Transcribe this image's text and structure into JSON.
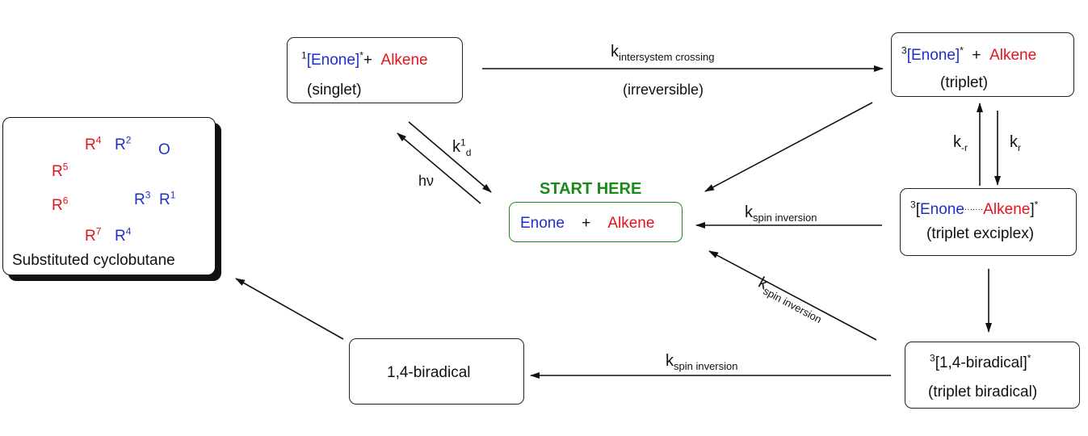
{
  "singlet": {
    "sup": "1",
    "enone": "[Enone]",
    "star": "*",
    "plus": "+",
    "alkene": "Alkene",
    "label": "(singlet)"
  },
  "triplet": {
    "sup": "3",
    "enone": "[Enone]",
    "star": "*",
    "plus": "+",
    "alkene": "Alkene",
    "label": "(triplet)"
  },
  "exciplex": {
    "sup": "3",
    "open": "[",
    "enone": "Enone",
    "dots": "·······",
    "alkene": "Alkene",
    "close": "]",
    "star": "*",
    "label": "(triplet exciplex)"
  },
  "trip_biradical": {
    "sup": "3",
    "text": "[1,4-biradical]",
    "star": "*",
    "label": "(triplet biradical)"
  },
  "biradical": {
    "text": "1,4-biradical"
  },
  "start": {
    "title": "START HERE",
    "enone": "Enone",
    "plus": "+",
    "alkene": "Alkene"
  },
  "product": {
    "label": "Substituted cyclobutane",
    "r4a": "R",
    "r4a_sup": "4",
    "r2": "R",
    "r2_sup": "2",
    "r5": "R",
    "r5_sup": "5",
    "r6": "R",
    "r6_sup": "6",
    "r3": "R",
    "r3_sup": "3",
    "r1": "R",
    "r1_sup": "1",
    "r7": "R",
    "r7_sup": "7",
    "r4b": "R",
    "r4b_sup": "4",
    "o": "O"
  },
  "rates": {
    "isc_k": "k",
    "isc_sub": "intersystem crossing",
    "isc_note": "(irreversible)",
    "kd_k": "k",
    "kd_sup": "1",
    "kd_sub": "d",
    "hv": "hν",
    "kmr_k": "k",
    "kmr_sub": "-r",
    "kr_k": "k",
    "kr_sub": "r",
    "si1_k": "k",
    "si1_sub": "spin inversion",
    "si2_k": "k",
    "si2_sub": "spin inversion",
    "si3_k": "k",
    "si3_sub": "spin inversion"
  },
  "colors": {
    "enone": "#1f2fc9",
    "alkene": "#e3141b",
    "start": "#1a8a1a"
  }
}
